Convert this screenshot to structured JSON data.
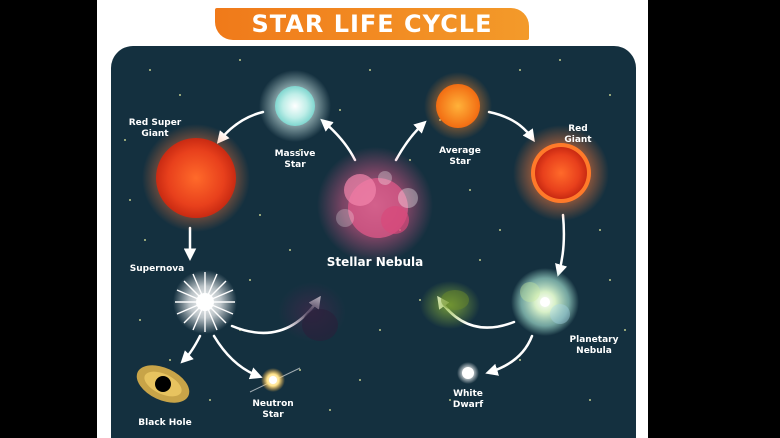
{
  "title": "STAR LIFE CYCLE",
  "labels": {
    "stellar_nebula": "Stellar Nebula",
    "massive_star_1": "Massive",
    "massive_star_2": "Star",
    "average_star_1": "Average",
    "average_star_2": "Star",
    "red_super_giant_1": "Red Super",
    "red_super_giant_2": "Giant",
    "red_giant_1": "Red",
    "red_giant_2": "Giant",
    "supernova": "Supernova",
    "planetary_nebula_1": "Planetary",
    "planetary_nebula_2": "Nebula",
    "black_hole": "Black Hole",
    "neutron_star_1": "Neutron",
    "neutron_star_2": "Star",
    "white_dwarf_1": "White",
    "white_dwarf_2": "Dwarf"
  },
  "colors": {
    "banner": "#f07a1a",
    "space": "#14303f",
    "red_star": "#e8401c",
    "average_star": "#f7861c",
    "massive_star": "#bfeee8",
    "nebula_pink": "#e85a8c"
  }
}
